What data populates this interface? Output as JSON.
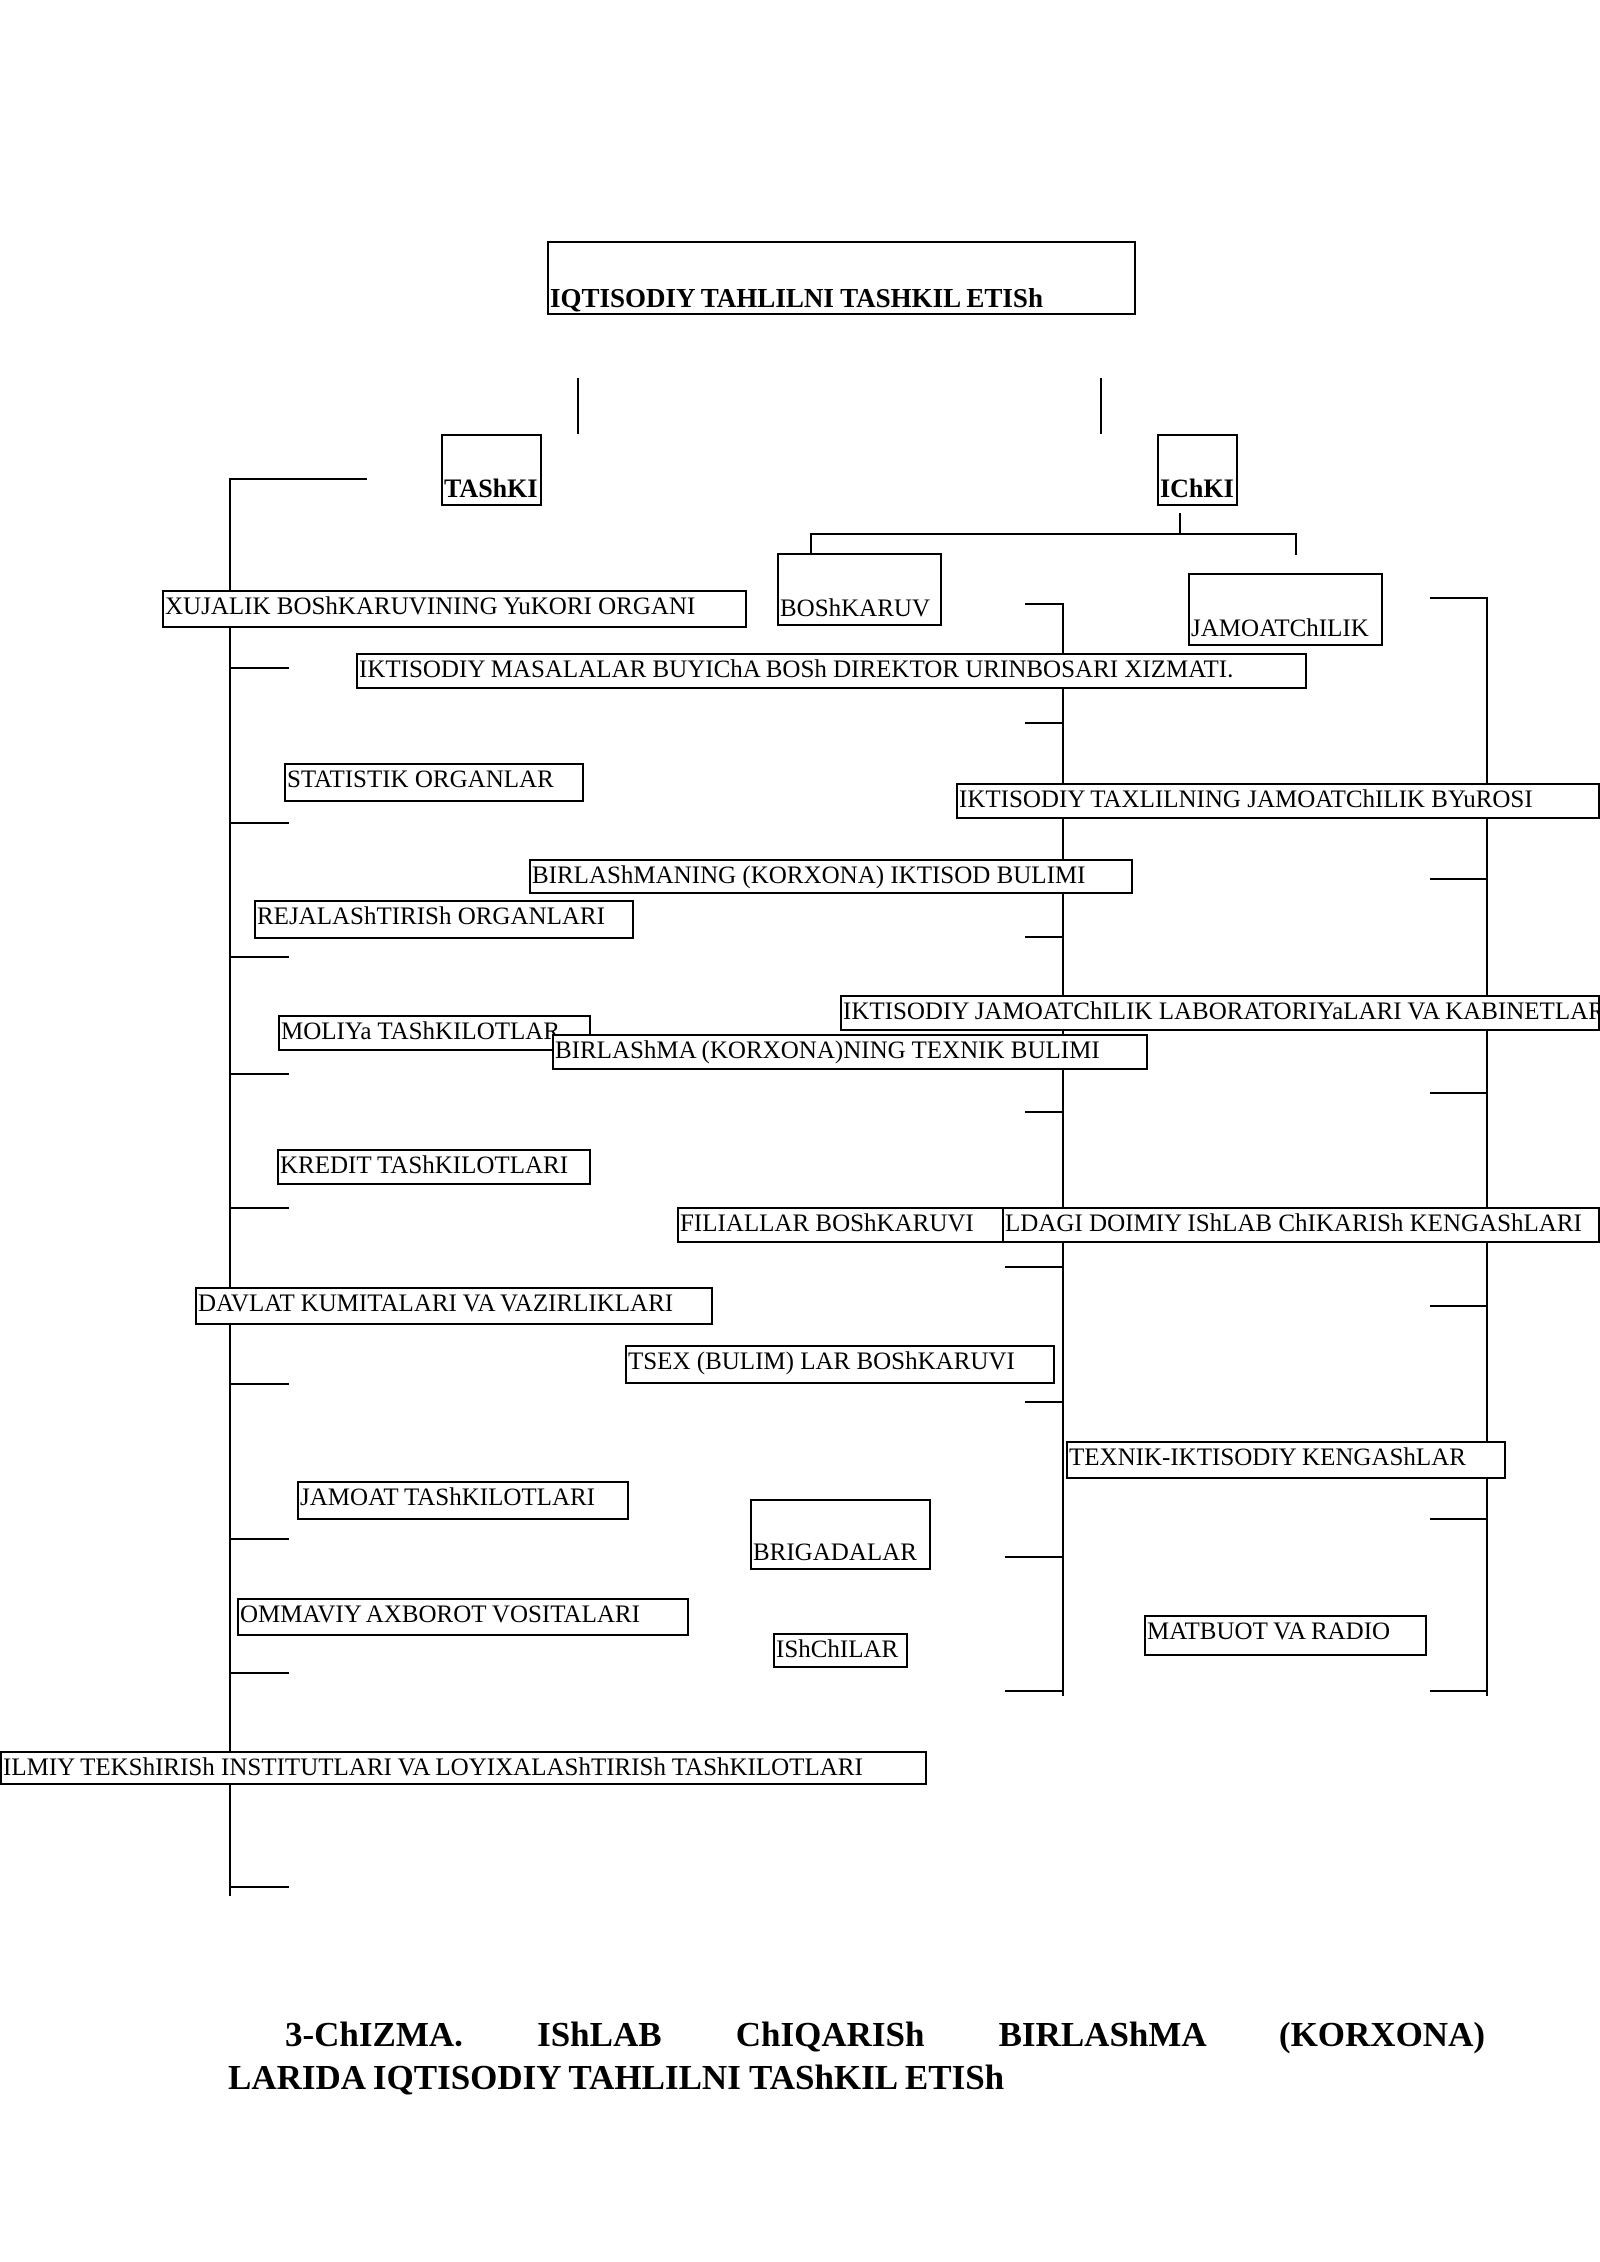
{
  "title": "IQTISODIY   TAHLILNI   TASHKIL  ETISh",
  "branches": {
    "external": "TAShKI",
    "internal": "IChKI"
  },
  "internal_groups": {
    "management": "BOShKARUV",
    "public": "JAMOATChILIK"
  },
  "external_items": [
    "XUJALIK BOShKARUVINING  YuKORI ORGANI",
    "STATISTIK  ORGANLAR",
    "REJALAShTIRISh ORGANLARI",
    "MOLIYa  TAShKILOTLAR",
    "KREDIT TAShKILOTLARI",
    "DAVLAT KUMITALARI VA VAZIRLIKLARI",
    "JAMOAT  TAShKILOTLARI",
    "OMMAVIY  AXBOROT  VOSITALARI",
    "ILMIY TEKShIRISh INSTITUTLARI VA LOYIXALAShTIRISh TAShKILOTLARI"
  ],
  "management_items": [
    "IKTISODIY MASALALAR BUYIChA  BOSh DIREKTOR URINBOSARI XIZMATI.",
    "BIRLAShMANING (KORXONA) IKTISOD  BULIMI",
    "BIRLAShMA (KORXONA)NING TEXNIK  BULIMI",
    "FILIALLAR  BOShKARUVI",
    "TSEX (BULIM) LAR  BOShKARUVI",
    "BRIGADALAR",
    "IShChILAR"
  ],
  "public_items": [
    "IKTISODIY  TAXLILNING  JAMOATChILIK  BYuROSI",
    "IKTISODIY  JAMOATChILIK  LABORATORIYaLARI VA  KABINETLARI",
    "LDAGI  DOIMIY  IShLAB  ChIKARISh  KENGAShLARI",
    "TEXNIK-IKTISODIY  KENGAShLAR",
    "MATBUOT  VA  RADIO"
  ],
  "caption": {
    "line1": "3-ChIZMA.    IShLAB    ChIQARISh    BIRLAShMA  (KORXONA)",
    "line2": "LARIDA  IQTISODIY  TAHLILNI  TAShKIL  ETISh"
  }
}
